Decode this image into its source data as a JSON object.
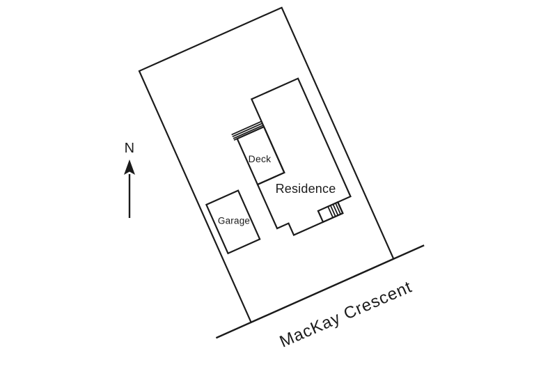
{
  "site_plan": {
    "labels": {
      "north": "N",
      "deck": "Deck",
      "residence": "Residence",
      "garage": "Garage",
      "street": "MacKay Crescent"
    },
    "colors": {
      "line": "#1b1b1b",
      "background": "#ffffff"
    }
  }
}
